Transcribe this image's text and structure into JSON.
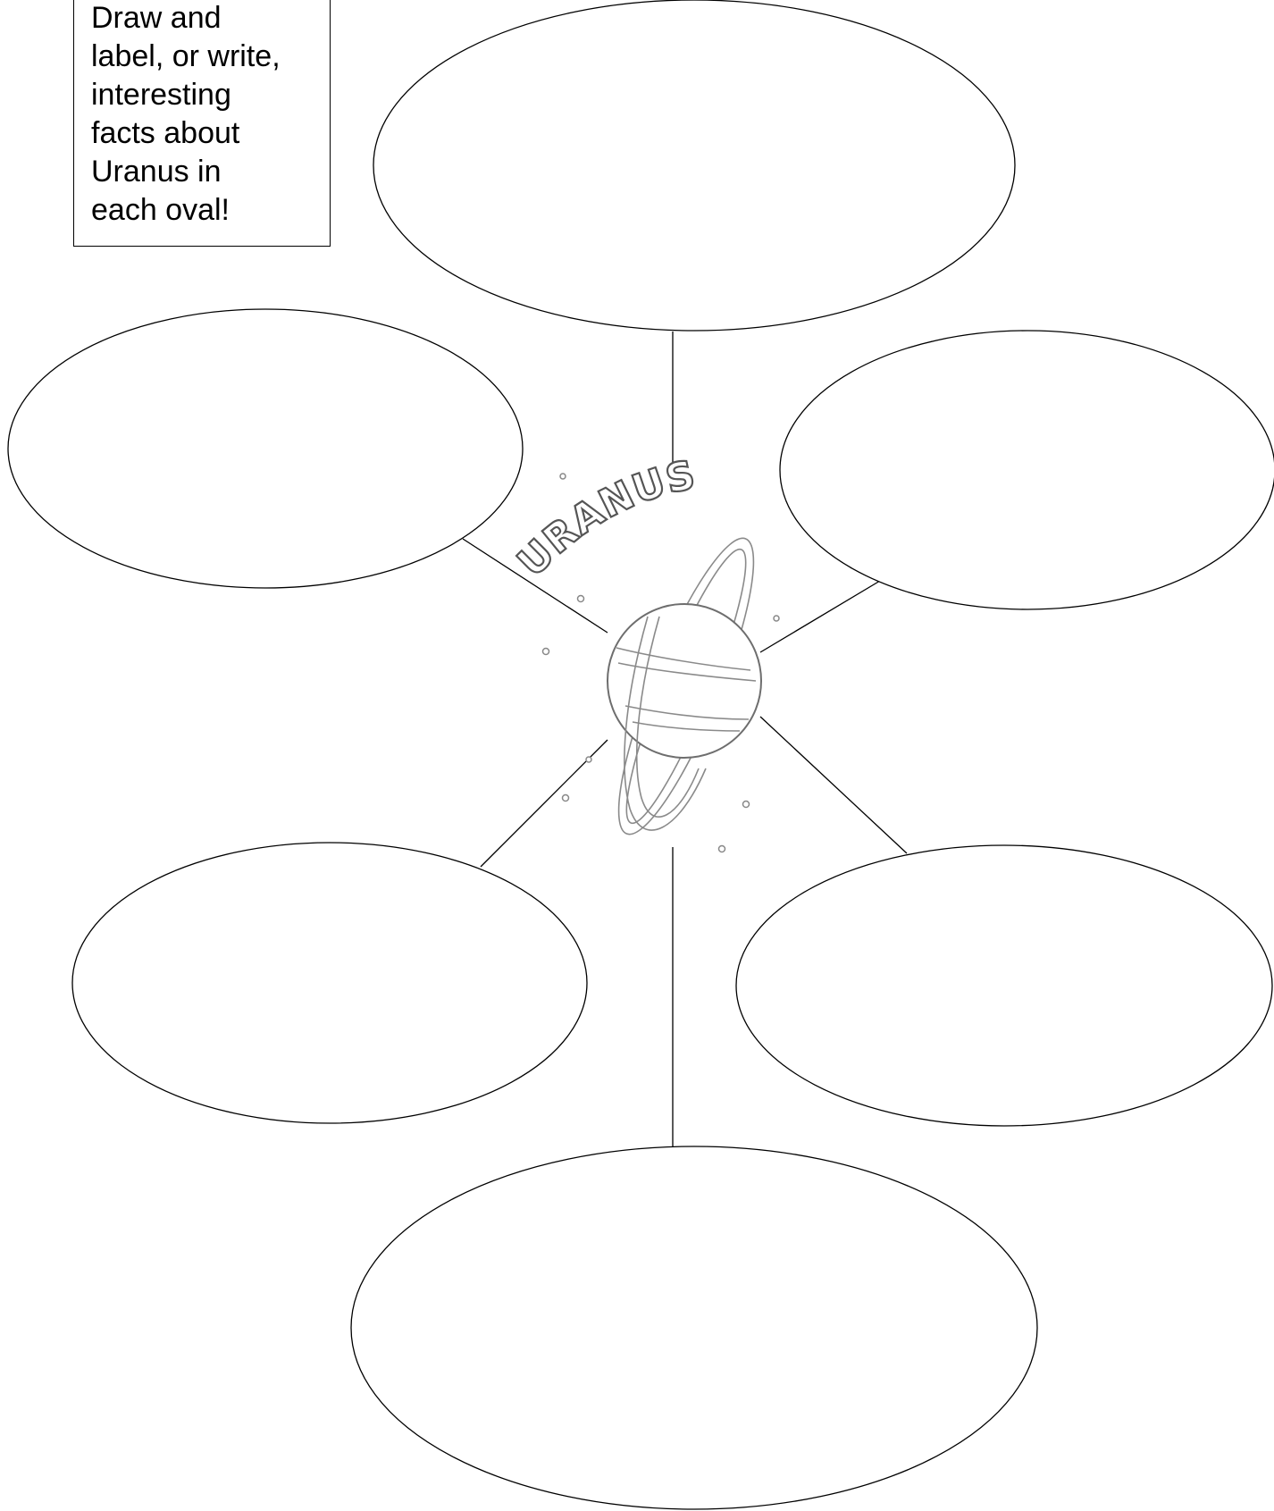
{
  "instructions": {
    "text": "Draw and\nlabel, or write,\ninteresting\nfacts about\nUranus in\neach oval!"
  },
  "clipart": {
    "title": "URANUS",
    "icon": "planet-uranus-icon"
  },
  "ovals": {
    "count": 6
  }
}
